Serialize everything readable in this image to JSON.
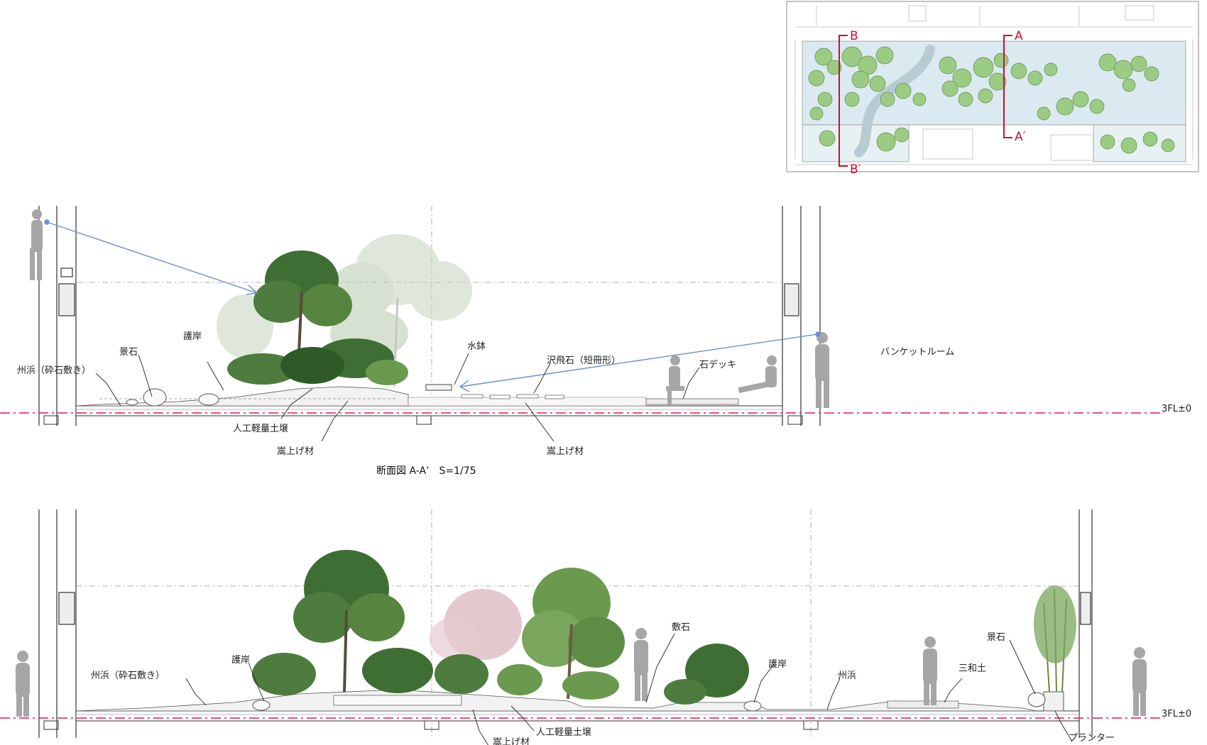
{
  "colors": {
    "section_line": "#c8102e",
    "floor_datum": "#d81b60",
    "sightline": "#6d8fd0",
    "wall": "#333333",
    "grid": "#999999",
    "tree_dark": "#3f6e34",
    "tree_mid": "#6b9a4f",
    "tree_light": "#a9c49a",
    "blossom": "#d9b7bd",
    "figure": "#a6a6a6",
    "plan_green": "#9ccc83",
    "plan_water": "#dbe9f0"
  },
  "key_plan": {
    "section_b": "B",
    "section_b_end": "B′",
    "section_a": "A",
    "section_a_end": "A′"
  },
  "section_a": {
    "title": "断面図 A-A’　S=1/75",
    "floor_level": "3FL±0",
    "room_label": "バンケットルーム",
    "labels": {
      "suhama": "州浜（砕石敷き）",
      "keiseki": "景石",
      "gogan": "護岸",
      "mizubachi": "水鉢",
      "sawatobi": "沢飛石（短冊形）",
      "ishi_deck": "石デッキ",
      "jinko_dojo": "人工軽量土壌",
      "kasaage_1": "嵩上げ材",
      "kasaage_2": "嵩上げ材"
    }
  },
  "section_b": {
    "floor_level": "3FL±0",
    "labels": {
      "suhama": "州浜（砕石敷き）",
      "gogan_left": "護岸",
      "shikiishi": "敷石",
      "gogan_right": "護岸",
      "suhama_small": "州浜",
      "sanwado": "三和土",
      "keiseki": "景石",
      "jinko_dojo": "人工軽量土壌",
      "kasaage": "嵩上げ材",
      "planter": "プランター"
    }
  }
}
